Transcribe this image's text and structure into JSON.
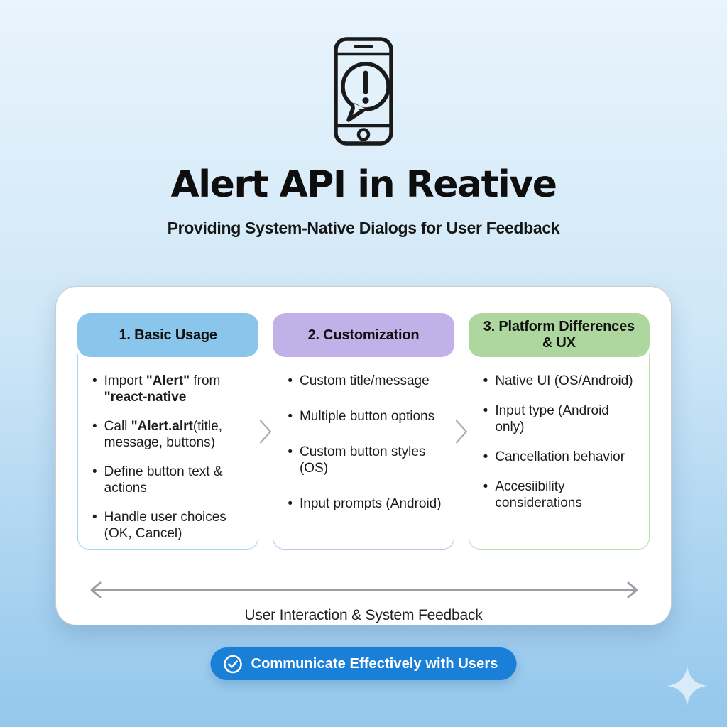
{
  "header": {
    "title": "Alert API in Reative",
    "subtitle": "Providing System-Native Dialogs for User Feedback"
  },
  "columns": [
    {
      "title": "1. Basic Usage",
      "header_bg": "#8ac6eb",
      "border_color": "#a6d8f2",
      "items": [
        [
          {
            "t": "Import ",
            "b": false
          },
          {
            "t": "\"Alert\"",
            "b": true
          },
          {
            "t": " from ",
            "b": false
          },
          {
            "t": "\"react-native",
            "b": true
          }
        ],
        [
          {
            "t": "Call ",
            "b": false
          },
          {
            "t": "\"Alert.alrt",
            "b": true
          },
          {
            "t": "(title, message, buttons)",
            "b": false
          }
        ],
        [
          {
            "t": "Define button text & actions",
            "b": false
          }
        ],
        [
          {
            "t": "Handle user choices (OK, Cancel)",
            "b": false
          }
        ]
      ]
    },
    {
      "title": "2. Customization",
      "header_bg": "#c2b1e8",
      "border_color": "#cabced",
      "items": [
        [
          {
            "t": "Custom title/message",
            "b": false
          }
        ],
        [
          {
            "t": "Multiple button options",
            "b": false
          }
        ],
        [
          {
            "t": "Custom button styles (OS)",
            "b": false
          }
        ],
        [
          {
            "t": "Input prompts (Android)",
            "b": false
          }
        ]
      ]
    },
    {
      "title": "3. Platform Differences & UX",
      "header_bg": "#aed7a0",
      "border_color": "#b9e0ab",
      "items": [
        [
          {
            "t": "Native UI (OS/Android)",
            "b": false
          }
        ],
        [
          {
            "t": "Input type (Android only)",
            "b": false
          }
        ],
        [
          {
            "t": "Cancellation behavior",
            "b": false
          }
        ],
        [
          {
            "t": "Accesiibility considerations",
            "b": false
          }
        ]
      ]
    }
  ],
  "flow": {
    "label": "User Interaction & System Feedback"
  },
  "badge": {
    "label": "Communicate Effectively with Users",
    "icon": "check-circle-icon",
    "bg": "#1a7fd6"
  },
  "icons": {
    "top": "phone-alert-icon",
    "between_columns": "chevron-right-icon",
    "bottom_corner": "sparkle-icon"
  },
  "colors": {
    "background_top": "#e9f4fc",
    "background_bottom": "#93c7ec",
    "card_bg": "#ffffff",
    "card_border": "#c9cdd1",
    "title_text": "#0e0e0e",
    "basic_usage_header": "#8ac6eb",
    "customization_header": "#c2b1e8",
    "platform_header": "#aed7a0",
    "badge_bg": "#1a7fd6",
    "arrow_gray": "#9aa0a6",
    "chevron_gray": "#abaeb3"
  }
}
